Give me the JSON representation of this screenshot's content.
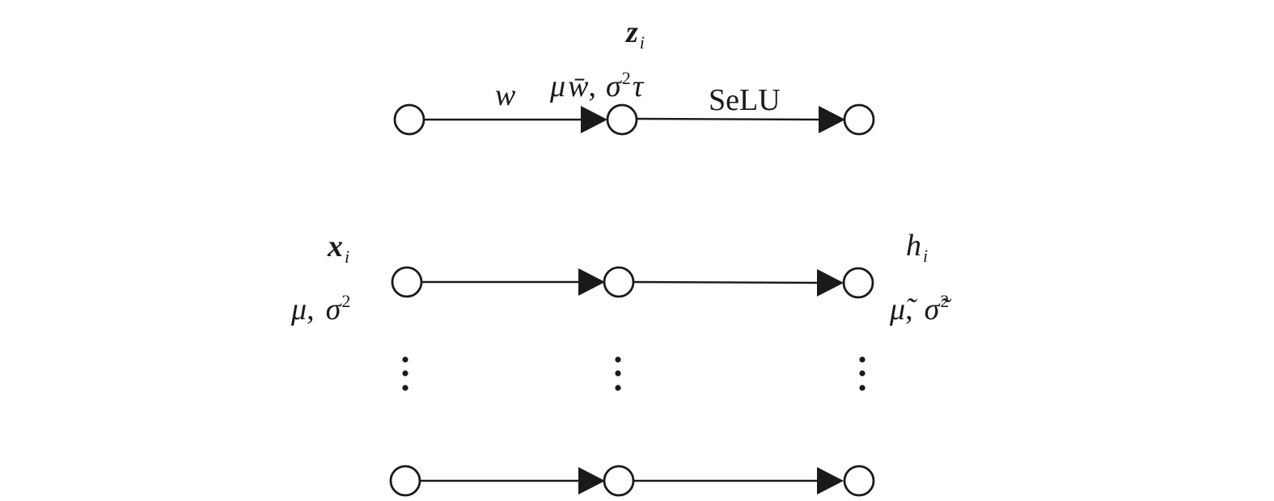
{
  "diagram": {
    "labels": {
      "z_main": "z",
      "z_sub": "i",
      "z_mean_mu": "μ",
      "z_mean_w": "w̄",
      "z_mean_sep": ",",
      "z_var_sigma": "σ",
      "z_var_exp": "2",
      "z_var_tau": "τ",
      "weight": "w",
      "activation": "SeLU",
      "x_main": "x",
      "x_sub": "i",
      "x_mean": "μ",
      "x_sep": ",",
      "x_var": "σ",
      "x_var_exp": "2",
      "h_main": "h",
      "h_sub": "i",
      "h_mean": "μ̃",
      "h_sep": ",",
      "h_var": "σ̃",
      "h_var_exp": "2"
    },
    "columns": [
      "input",
      "pre-activation",
      "output"
    ],
    "rows": [
      "example-layer",
      "neuron-1",
      "ellipsis",
      "neuron-n"
    ]
  }
}
